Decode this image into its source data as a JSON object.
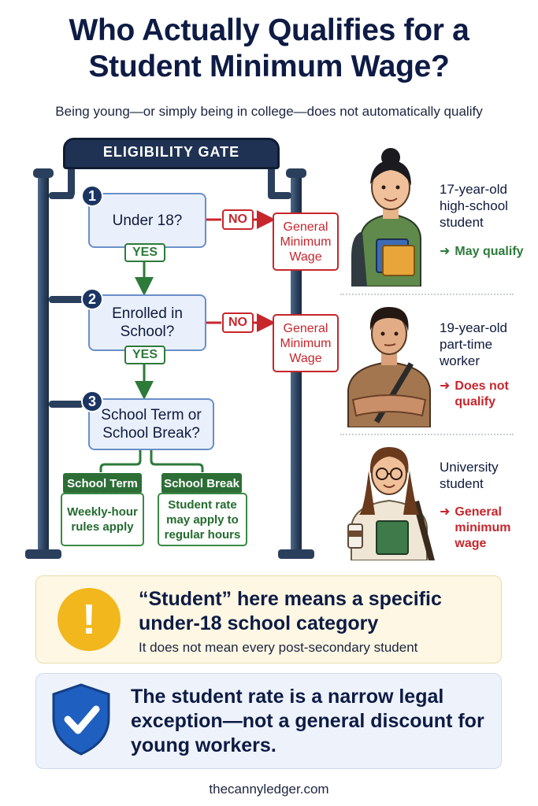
{
  "title_line1": "Who Actually Qualifies for a",
  "title_line2": "Student Minimum Wage?",
  "subtitle": "Being young—or simply being in college—does not automatically qualify",
  "gate_label": "ELIGIBILITY GATE",
  "steps": [
    {
      "number": "1",
      "question": "Under 18?",
      "yes": "YES",
      "no": "NO",
      "no_outcome": "General Minimum Wage"
    },
    {
      "number": "2",
      "question": "Enrolled in School?",
      "yes": "YES",
      "no": "NO",
      "no_outcome": "General Minimum Wage"
    },
    {
      "number": "3",
      "question": "School Term or School Break?"
    }
  ],
  "branches": [
    {
      "label": "School Term",
      "text": "Weekly-hour rules apply"
    },
    {
      "label": "School Break",
      "text": "Student rate may apply to regular hours"
    }
  ],
  "people": [
    {
      "label": "17-year-old high-school student",
      "outcome": "May qualify",
      "status_color": "#2d7a3a"
    },
    {
      "label": "19-year-old part-time worker",
      "outcome": "Does not qualify",
      "status_color": "#c7262c"
    },
    {
      "label": "University student",
      "outcome": "General minimum wage",
      "status_color": "#c7262c"
    }
  ],
  "warning": {
    "icon": "exclamation-icon",
    "title": "“Student” here means a specific under-18 school category",
    "subtitle": "It does not mean every post-secondary student"
  },
  "note": {
    "icon": "shield-check-icon",
    "text": "The student rate is a narrow legal exception—not a general discount for young workers."
  },
  "footer": "thecannyledger.com",
  "colors": {
    "navy": "#0d1b45",
    "green": "#2d7a3a",
    "red": "#c7262c",
    "warning": "#f1b71c",
    "shield": "#1f5fbf"
  }
}
